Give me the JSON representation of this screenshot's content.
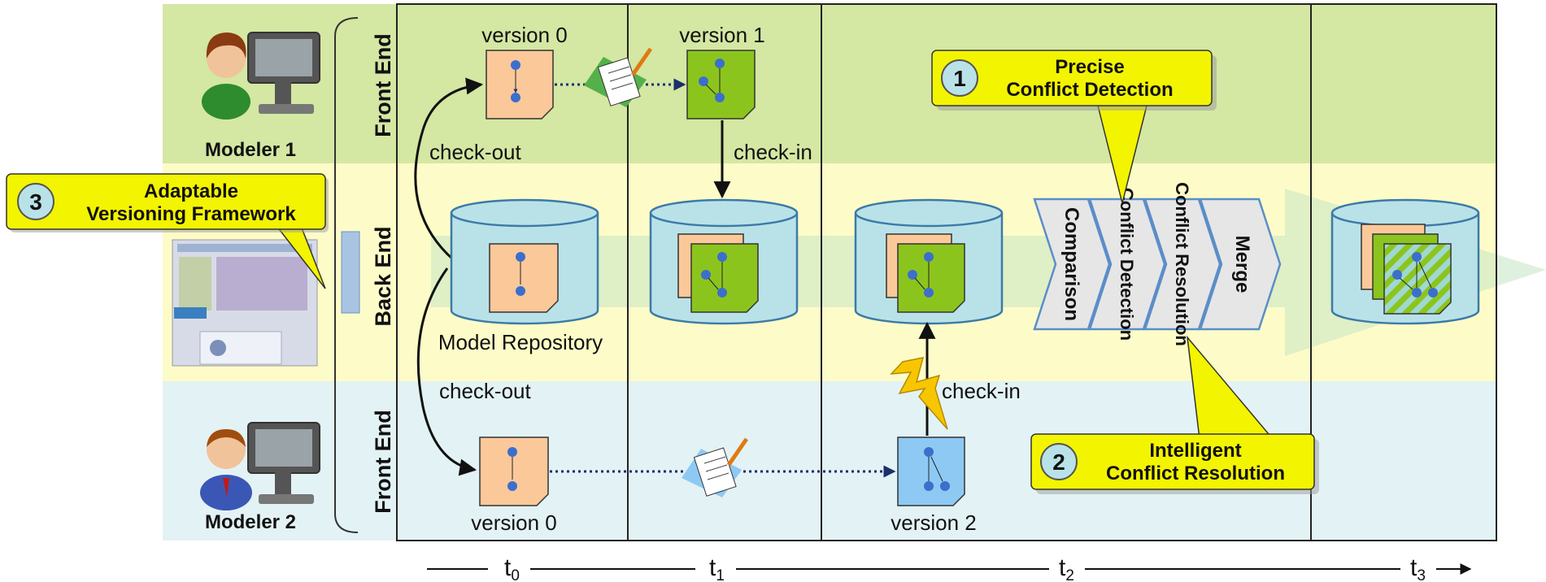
{
  "lanes": {
    "top": "Front End",
    "middle": "Back End",
    "bottom": "Front End"
  },
  "actors": {
    "modeler1": "Modeler 1",
    "modeler2": "Modeler 2"
  },
  "versions": {
    "top_v0": "version 0",
    "top_v1": "version 1",
    "bottom_v0": "version 0",
    "bottom_v2": "version 2"
  },
  "actions": {
    "checkout_top": "check-out",
    "checkin_top": "check-in",
    "checkout_bottom": "check-out",
    "checkin_bottom": "check-in"
  },
  "repository": "Model Repository",
  "phases": [
    "Comparison",
    "Conflict Detection",
    "Conflict Resolution",
    "Merge"
  ],
  "callouts": [
    {
      "number": "1",
      "line1": "Precise",
      "line2": "Conflict Detection"
    },
    {
      "number": "2",
      "line1": "Intelligent",
      "line2": "Conflict Resolution"
    },
    {
      "number": "3",
      "line1": "Adaptable",
      "line2": "Versioning Framework"
    }
  ],
  "timeline": {
    "t0": {
      "base": "t",
      "sub": "0"
    },
    "t1": {
      "base": "t",
      "sub": "1"
    },
    "t2": {
      "base": "t",
      "sub": "2"
    },
    "t3": {
      "base": "t",
      "sub": "3"
    }
  },
  "colors": {
    "frontend_top_band": "#d4e7a3",
    "backend_band": "#fdfcc8",
    "frontend_bottom_band": "#e3f2f4",
    "repository": "#b9e2e8",
    "version0": "#fbc89a",
    "version1": "#8cc41e",
    "version2": "#8ec9f4",
    "callout": "#f3f400",
    "phase_box": "#e6e6e6",
    "phase_border": "#5b8ec8"
  }
}
